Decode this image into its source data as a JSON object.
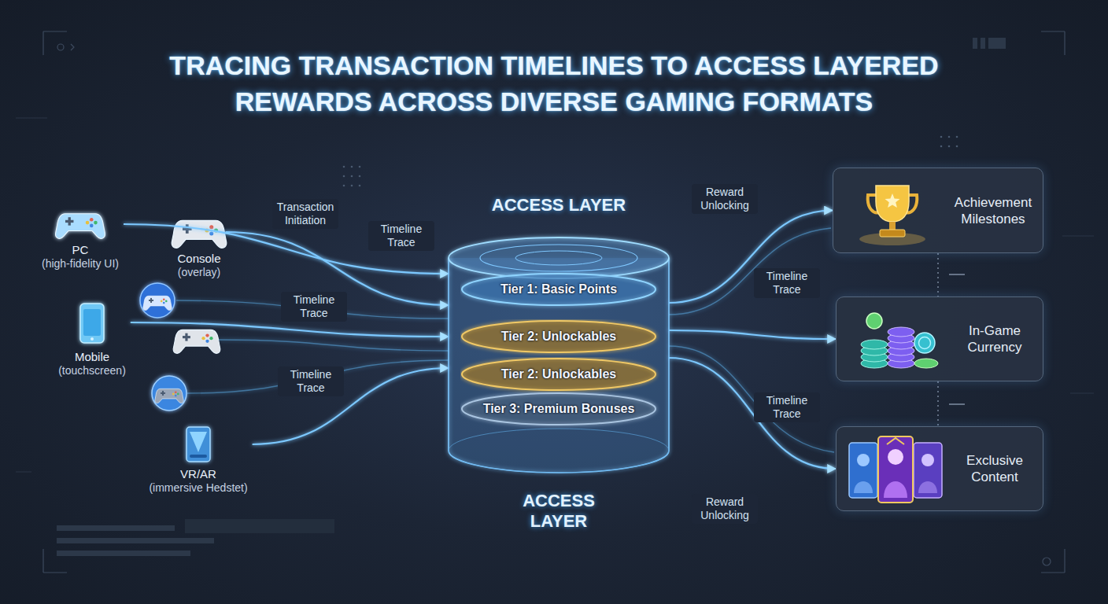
{
  "diagram": {
    "title": "TRACING TRANSACTION TIMELINES TO ACCESS LAYERED REWARDS ACROSS DIVERSE GAMING FORMATS",
    "nodes": [
      {
        "text": [
          "PC",
          "(high-fidelity UI)"
        ]
      },
      {
        "text": [
          "Console",
          "(overlay)"
        ]
      },
      {
        "text": [
          "Mobile",
          "(touchscreen)"
        ]
      },
      {
        "text": [
          "VR/AR",
          "(immersive Hedstet)"
        ]
      },
      {
        "text": [
          "ACCESS LAYER",
          "ACCESS LAYER"
        ]
      },
      {
        "text": [
          "Tier 1: Basic Points"
        ],
        "in": 4
      },
      {
        "text": [
          "Tier 2: Unlockables"
        ],
        "in": 4
      },
      {
        "text": [
          "Tier 2: Unlockables"
        ],
        "in": 4
      },
      {
        "text": [
          "Tier 3: Premium Bonuses"
        ],
        "in": 4
      },
      {
        "text": [
          "Achievement Milestones"
        ]
      },
      {
        "text": [
          "In-Game Currency"
        ]
      },
      {
        "text": [
          "Exclusive Content"
        ]
      }
    ],
    "edges": [
      {
        "from": 0,
        "to": 4,
        "arrow": "to",
        "label": "Transaction Initiation"
      },
      {
        "from": 1,
        "to": 4,
        "arrow": "to",
        "label": "Timeline Trace"
      },
      {
        "from": 2,
        "to": 4,
        "arrow": "to",
        "label": "Timeline Trace"
      },
      {
        "from": 3,
        "to": 4,
        "arrow": "to",
        "label": "Timeline Trace"
      },
      {
        "from": 4,
        "to": 9,
        "arrow": "to",
        "label": "Reward Unlocking"
      },
      {
        "from": 4,
        "to": 10,
        "arrow": "to",
        "label": "Timeline Trace"
      },
      {
        "from": 4,
        "to": 11,
        "arrow": "to",
        "label": "Reward Unlocking"
      },
      {
        "from": 9,
        "to": 10,
        "arrow": "none"
      },
      {
        "from": 10,
        "to": 11,
        "arrow": "none"
      }
    ],
    "labels": [
      "Timeline Trace"
    ]
  }
}
